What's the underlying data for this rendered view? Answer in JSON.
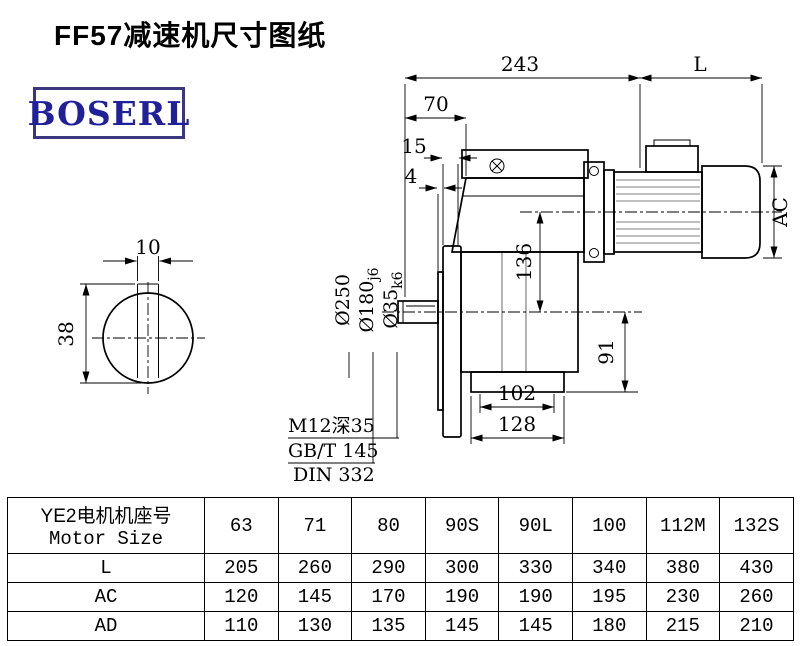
{
  "header": {
    "title": "FF57减速机尺寸图纸",
    "logo": "BOSERL"
  },
  "dims": {
    "overall": "243",
    "motor_len": "L",
    "d70": "70",
    "d15": "15",
    "d4": "4",
    "ac": "AC",
    "key_w": "10",
    "d38": "38",
    "d136": "136",
    "d91": "91",
    "d102": "102",
    "d128": "128",
    "flange": "Ø250",
    "spigot": "Ø180",
    "spigot_tol": "j6",
    "shaft": "Ø35",
    "shaft_tol": "k6",
    "tap": "M12深35",
    "std_gb": "GB/T 145",
    "std_din": "DIN 332"
  },
  "table": {
    "header_cn": "YE2电机机座号",
    "header_en": "Motor Size",
    "sizes": [
      "63",
      "71",
      "80",
      "90S",
      "90L",
      "100",
      "112M",
      "132S"
    ],
    "rows": [
      {
        "label": "L",
        "values": [
          "205",
          "260",
          "290",
          "300",
          "330",
          "340",
          "380",
          "430"
        ]
      },
      {
        "label": "AC",
        "values": [
          "120",
          "145",
          "170",
          "190",
          "190",
          "195",
          "230",
          "260"
        ]
      },
      {
        "label": "AD",
        "values": [
          "110",
          "130",
          "135",
          "145",
          "145",
          "180",
          "215",
          "210"
        ]
      }
    ]
  }
}
